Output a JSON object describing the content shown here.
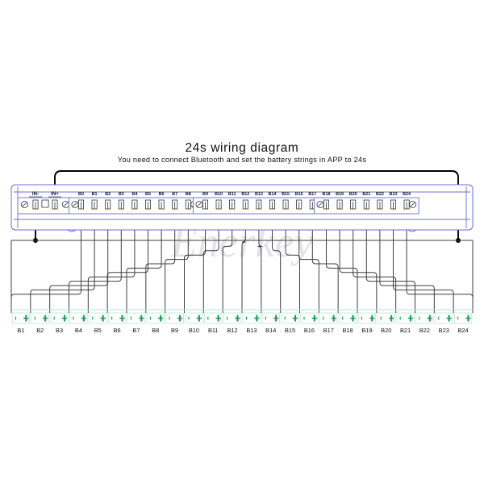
{
  "header": {
    "title": "24s wiring diagram",
    "subtitle": "You need to connect Bluetooth and set the battery strings in APP to 24s"
  },
  "watermark": {
    "text": "Enerkey"
  },
  "board": {
    "name": "bms-protection-board",
    "power_terminals": [
      {
        "label": "IN-",
        "name": "input-negative"
      },
      {
        "label": "IN+",
        "name": "input-positive"
      }
    ],
    "connector_blocks": [
      {
        "name": "balance-connector-block-1",
        "pins": [
          "B0",
          "B1",
          "B2",
          "B3",
          "B4",
          "B5",
          "B6",
          "B7",
          "B8"
        ]
      },
      {
        "name": "balance-connector-block-2",
        "pins": [
          "B9",
          "B10",
          "B11",
          "B12",
          "B13",
          "B14",
          "B15",
          "B16",
          "B17"
        ]
      },
      {
        "name": "balance-connector-block-3",
        "pins": [
          "B18",
          "B19",
          "B20",
          "B21",
          "B22",
          "B23",
          "B24"
        ]
      }
    ]
  },
  "battery_pack": {
    "name": "battery-string-24s",
    "cell_count": 24,
    "cells": [
      "B1",
      "B2",
      "B3",
      "B4",
      "B5",
      "B6",
      "B7",
      "B8",
      "B9",
      "B10",
      "B11",
      "B12",
      "B13",
      "B14",
      "B15",
      "B16",
      "B17",
      "B18",
      "B19",
      "B20",
      "B21",
      "B22",
      "B23",
      "B24"
    ]
  },
  "colors": {
    "board_outline": "#6b6be0",
    "wire": "#3f3f3f",
    "power_wire": "#000000",
    "battery_green": "#14a050",
    "watermark": "#cfcfd6",
    "background": "#ffffff"
  }
}
